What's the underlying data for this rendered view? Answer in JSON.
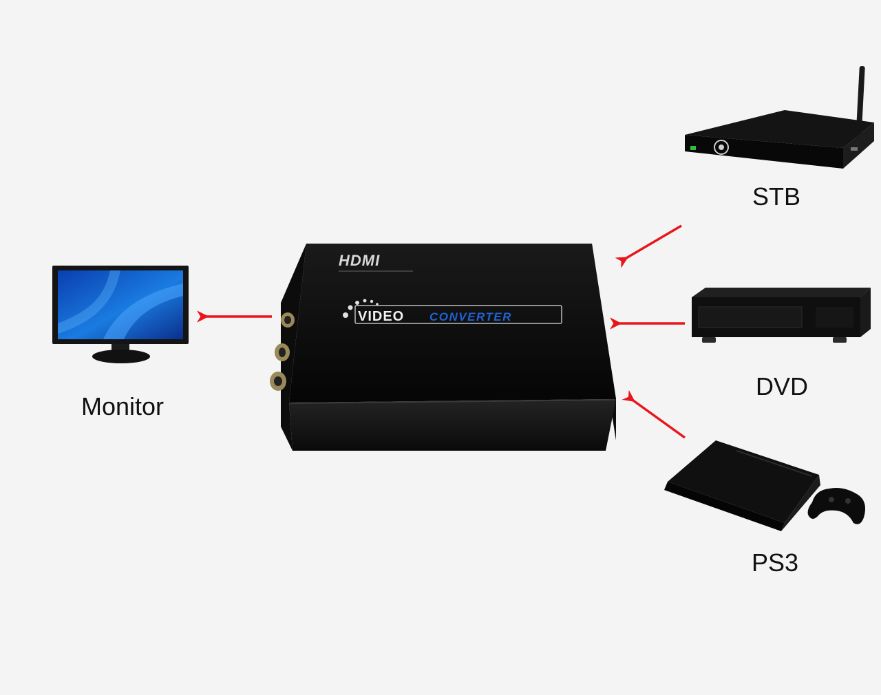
{
  "devices": {
    "monitor": {
      "label": "Monitor"
    },
    "stb": {
      "label": "STB"
    },
    "dvd": {
      "label": "DVD"
    },
    "ps3": {
      "label": "PS3"
    }
  },
  "converter": {
    "brand": "HDMI",
    "title_left": "VIDEO",
    "title_right": "CONVERTER"
  },
  "colors": {
    "background": "#f4f4f4",
    "arrow": "#e8161c",
    "device_body": "#121212",
    "screen_blue": "#1a7be0",
    "converter_accent": "#1f63d6"
  }
}
